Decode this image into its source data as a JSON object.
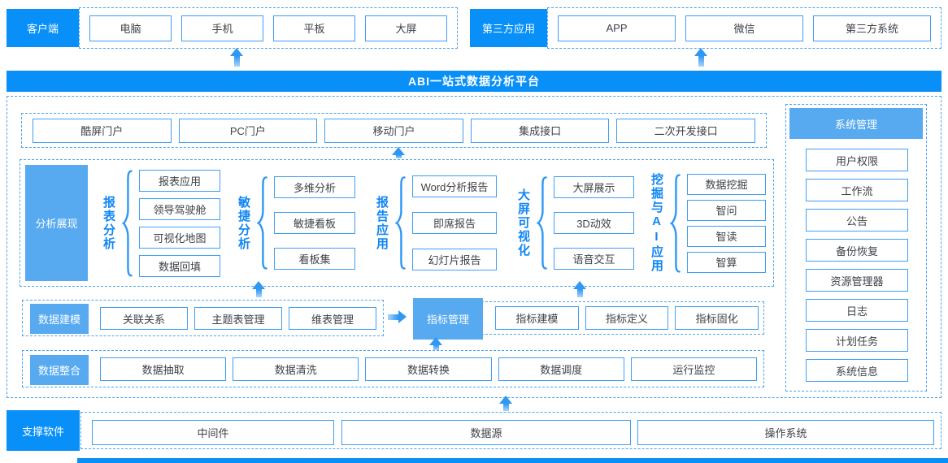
{
  "banner": {
    "title": "ABI一站式数据分析平台"
  },
  "top": {
    "client": {
      "label": "客户端",
      "items": [
        "电脑",
        "手机",
        "平板",
        "大屏"
      ]
    },
    "third_party": {
      "label": "第三方应用",
      "items": [
        "APP",
        "微信",
        "第三方系统"
      ]
    }
  },
  "platform": {
    "portals": [
      "酷屏门户",
      "PC门户",
      "移动门户",
      "集成接口",
      "二次开发接口"
    ],
    "analysis": {
      "label": "分析展现",
      "groups": [
        {
          "title": "报表分析",
          "items": [
            "报表应用",
            "领导驾驶舱",
            "可视化地图",
            "数据回填"
          ]
        },
        {
          "title": "敏捷分析",
          "items": [
            "多维分析",
            "敏捷看板",
            "看板集"
          ]
        },
        {
          "title": "报告应用",
          "items": [
            "Word分析报告",
            "即席报告",
            "幻灯片报告"
          ]
        },
        {
          "title": "大屏可视化",
          "items": [
            "大屏展示",
            "3D动效",
            "语音交互"
          ]
        },
        {
          "title": "挖掘与AI应用",
          "items": [
            "数据挖掘",
            "智问",
            "智读",
            "智算"
          ]
        }
      ]
    },
    "modeling": {
      "label": "数据建模",
      "items": [
        "关联关系",
        "主题表管理",
        "维表管理"
      ],
      "metric": {
        "label": "指标管理",
        "items": [
          "指标建模",
          "指标定义",
          "指标固化"
        ]
      }
    },
    "integration": {
      "label": "数据整合",
      "items": [
        "数据抽取",
        "数据清洗",
        "数据转换",
        "数据调度",
        "运行监控"
      ]
    }
  },
  "system": {
    "label": "系统管理",
    "items": [
      "用户权限",
      "工作流",
      "公告",
      "备份恢复",
      "资源管理器",
      "日志",
      "计划任务",
      "系统信息"
    ]
  },
  "support": {
    "label": "支撑软件",
    "items": [
      "中间件",
      "数据源",
      "操作系统"
    ]
  },
  "colors": {
    "primary_blue": "#0890f8",
    "light_blue": "#57aaf0",
    "box_border": "#3f9ef5",
    "dashed_border": "#4da4f0",
    "arrow_blue": "#2f97f4",
    "group_title_blue": "#1086f5",
    "box_text": "#3d4248"
  }
}
